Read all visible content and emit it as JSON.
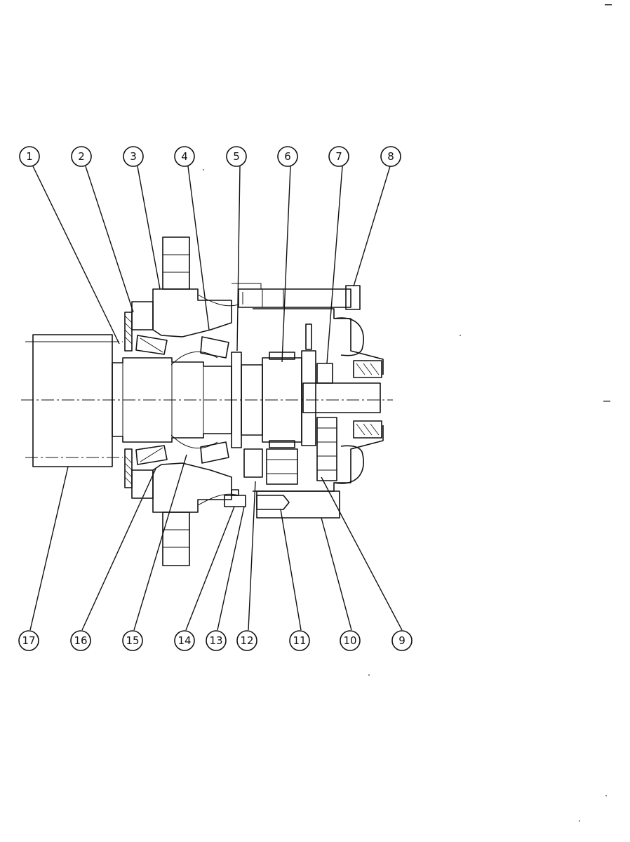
{
  "diagram": {
    "top_callouts": [
      "1",
      "2",
      "3",
      "4",
      "5",
      "6",
      "7",
      "8"
    ],
    "bottom_callouts": [
      "17",
      "16",
      "15",
      "14",
      "13",
      "12",
      "11",
      "10",
      "9"
    ]
  }
}
